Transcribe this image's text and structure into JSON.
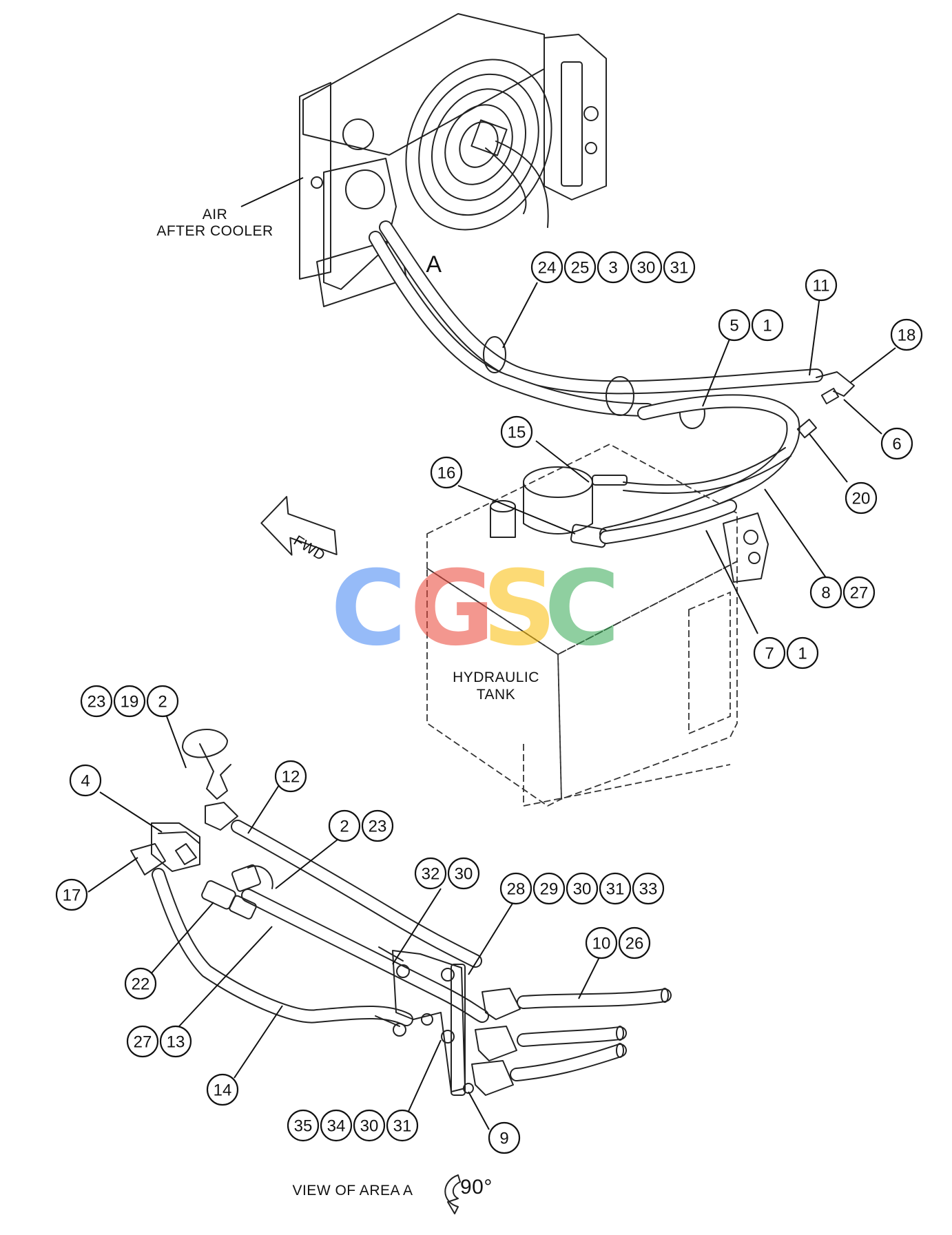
{
  "labels": {
    "air_after_cooler_line1": "AIR",
    "air_after_cooler_line2": "AFTER COOLER",
    "area_a": "A",
    "fwd": "FWD",
    "hydraulic_tank_line1": "HYDRAULIC",
    "hydraulic_tank_line2": "TANK",
    "view_of_area_a": "VIEW OF AREA A",
    "rotation": "90°"
  },
  "watermark": {
    "letters": [
      "C",
      "G",
      "S",
      "C"
    ],
    "colors": [
      "#4285F4",
      "#EA4335",
      "#FBBC05",
      "#34A853"
    ]
  },
  "callouts": [
    {
      "group": "clamp-24",
      "items": [
        "24",
        "25",
        "3",
        "30",
        "31"
      ]
    },
    {
      "group": "clip-5",
      "items": [
        "5",
        "1"
      ]
    },
    {
      "group": "hose-11",
      "items": [
        "11"
      ]
    },
    {
      "group": "fitting-18",
      "items": [
        "18"
      ]
    },
    {
      "group": "fitting-6",
      "items": [
        "6"
      ]
    },
    {
      "group": "fitting-15",
      "items": [
        "15"
      ]
    },
    {
      "group": "elbow-16",
      "items": [
        "16"
      ]
    },
    {
      "group": "fitting-20",
      "items": [
        "20"
      ]
    },
    {
      "group": "hose-8",
      "items": [
        "8",
        "27"
      ]
    },
    {
      "group": "hose-7",
      "items": [
        "7",
        "1"
      ]
    },
    {
      "group": "valve-23",
      "items": [
        "23",
        "19",
        "2"
      ]
    },
    {
      "group": "valve-4",
      "items": [
        "4"
      ]
    },
    {
      "group": "tube-12",
      "items": [
        "12"
      ]
    },
    {
      "group": "clip-2",
      "items": [
        "2",
        "23"
      ]
    },
    {
      "group": "elbow-17",
      "items": [
        "17"
      ]
    },
    {
      "group": "bracket-32",
      "items": [
        "32",
        "30"
      ]
    },
    {
      "group": "clamp-28",
      "items": [
        "28",
        "29",
        "30",
        "31",
        "33"
      ]
    },
    {
      "group": "hose-10",
      "items": [
        "10",
        "26"
      ]
    },
    {
      "group": "fitting-22",
      "items": [
        "22"
      ]
    },
    {
      "group": "tube-13",
      "items": [
        "27",
        "13"
      ]
    },
    {
      "group": "tube-14",
      "items": [
        "14"
      ]
    },
    {
      "group": "bracket-9",
      "items": [
        "9"
      ]
    },
    {
      "group": "bolt-35",
      "items": [
        "35",
        "34",
        "30",
        "31"
      ]
    }
  ]
}
